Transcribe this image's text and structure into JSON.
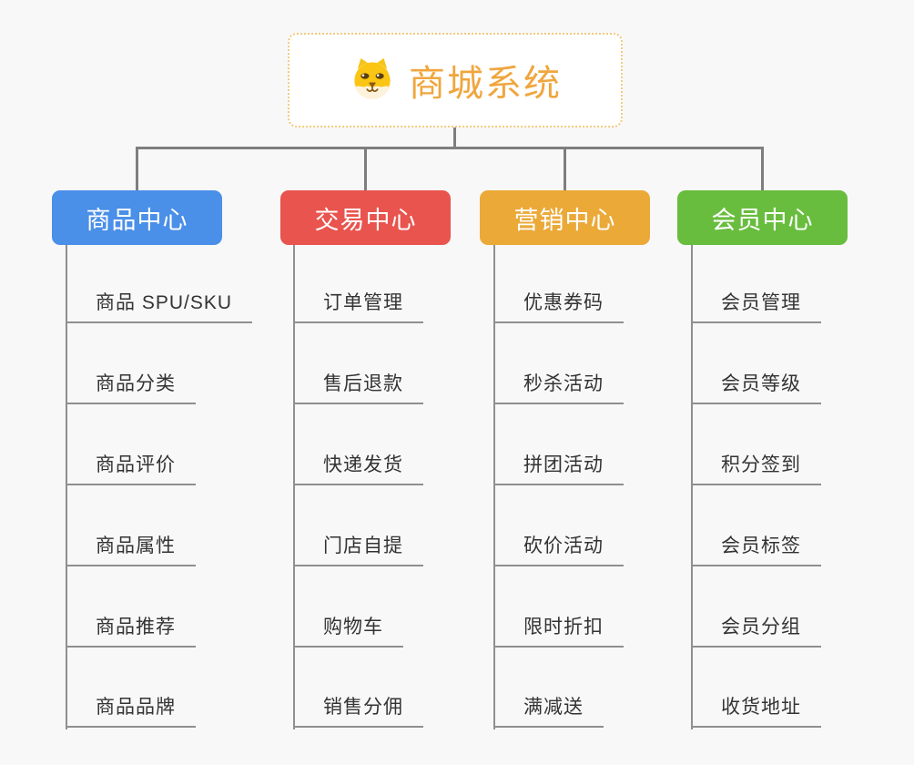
{
  "root": {
    "title": "商城系统",
    "icon": "dog-face-icon"
  },
  "branches": [
    {
      "label": "商品中心",
      "color": "#4a8fe8",
      "items": [
        "商品 SPU/SKU",
        "商品分类",
        "商品评价",
        "商品属性",
        "商品推荐",
        "商品品牌"
      ]
    },
    {
      "label": "交易中心",
      "color": "#e9544e",
      "items": [
        "订单管理",
        "售后退款",
        "快递发货",
        "门店自提",
        "购物车",
        "销售分佣"
      ]
    },
    {
      "label": "营销中心",
      "color": "#eba938",
      "items": [
        "优惠券码",
        "秒杀活动",
        "拼团活动",
        "砍价活动",
        "限时折扣",
        "满减送"
      ]
    },
    {
      "label": "会员中心",
      "color": "#69bd3e",
      "items": [
        "会员管理",
        "会员等级",
        "积分签到",
        "会员标签",
        "会员分组",
        "收货地址"
      ]
    }
  ],
  "colors": {
    "background": "#f8f8f8",
    "connector": "#7e7e7e",
    "leaf_line": "#8f8f8f",
    "leaf_text": "#333333",
    "root_text": "#f0a63e",
    "root_border": "#f3c97d"
  }
}
